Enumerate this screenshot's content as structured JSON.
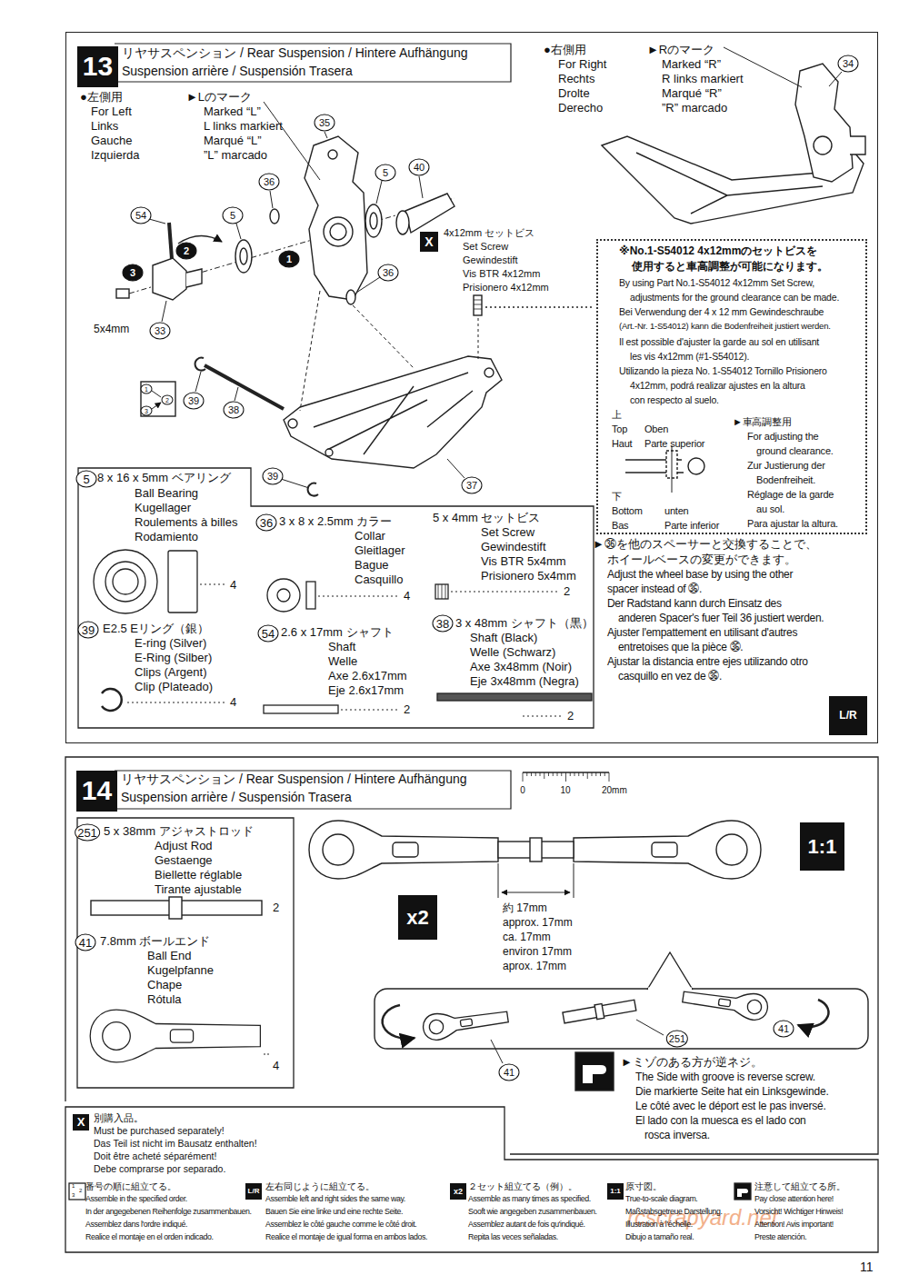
{
  "diagram": {
    "nodes": [
      {
        "text": [
          "リヤサスペンション / Rear Suspension / Hintere Aufhängung",
          "Suspension arrière / Suspensión Trasera"
        ]
      },
      {
        "text": [
          "13"
        ],
        "in": 0
      },
      {
        "text": [
          "5",
          "8 x 16 x 5mm ベアリング",
          "Ball Bearing",
          "Kugellager",
          "Roulements à billes",
          "Rodamiento",
          "4",
          "36",
          "3 x 8 x 2.5mm カラー",
          "Collar",
          "Gleitlager",
          "Bague",
          "Casquillo",
          "4",
          "5 x 4mm セットビス",
          "Set Screw",
          "Gewindestift",
          "Vis BTR 5x4mm",
          "Prisionero 5x4mm",
          "2",
          "39",
          "E2.5 Eリング（銀）",
          "E-ring (Silver)",
          "E-Ring (Silber)",
          "Clips (Argent)",
          "Clip (Plateado)",
          "4",
          "54",
          "2.6 x 17mm シャフト",
          "Shaft",
          "Welle",
          "Axe 2.6x17mm",
          "Eje 2.6x17mm",
          "2",
          "38",
          "3 x 48mm シャフト（黒）",
          "Shaft (Black)",
          "Welle (Schwarz)",
          "Axe 3x48mm (Noir)",
          "Eje 3x48mm (Negra)",
          "2"
        ],
        "in": 0
      },
      {
        "text": [
          "※No.1-S54012 4x12mmのセットビスを",
          "使用すると車高調整が可能になります。",
          "By using Part No.1-S54012 4x12mm Set Screw,",
          "adjustments for the ground clearance can be made.",
          "Bei Verwendung der 4 x 12 mm Gewindeschraube",
          "(Art.-Nr. 1-S54012) kann die Bodenfreiheit justiert werden.",
          "Il est possible d'ajuster la garde au sol en utilisant",
          "les vis 4x12mm (#1-S54012).",
          "Utilizando la pieza No. 1-S54012 Tornillo Prisionero",
          "4x12mm, podrá realizar ajustes en la altura",
          "con respecto al suelo.",
          "上",
          "Top",
          "Oben",
          "Haut",
          "Parte superior",
          "下",
          "Bottom",
          "unten",
          "Bas",
          "Parte inferior",
          "►車高調整用",
          "For adjusting the",
          "ground clearance.",
          "Zur Justierung der",
          "Bodenfreiheit.",
          "Réglage de la garde",
          "au sol.",
          "Para ajustar la altura."
        ],
        "in": 0
      },
      {
        "text": [
          "L/R"
        ],
        "in": 0
      },
      {
        "text": [
          "リヤサスペンション / Rear Suspension / Hintere Aufhängung",
          "Suspension arrière / Suspensión Trasera"
        ]
      },
      {
        "text": [
          "14"
        ],
        "in": 5
      },
      {
        "text": [
          "251",
          "5 x 38mm アジャストロッド",
          "Adjust Rod",
          "Gestaenge",
          "Biellette réglable",
          "Tirante ajustable",
          "2",
          "41",
          "7.8mm ボールエンド",
          "Ball End",
          "Kugelpfanne",
          "Chape",
          "Rótula",
          "4"
        ],
        "in": 5
      },
      {
        "text": [
          "1:1"
        ],
        "in": 5
      },
      {
        "text": [
          "x2"
        ],
        "in": 5
      }
    ],
    "labels": [
      "●左側用",
      "For Left",
      "Links",
      "Gauche",
      "Izquierda",
      "►Lのマーク",
      "Marked “L”",
      "L links markiert",
      "Marqué “L”",
      "”L” marcado",
      "●右側用",
      "For Right",
      "Rechts",
      "Drolte",
      "Derecho",
      "►Rのマーク",
      "Marked “R”",
      "R links markiert",
      "Marqué “R”",
      "”R” marcado",
      "34",
      "35",
      "36",
      "5",
      "40",
      "54",
      "5",
      "36",
      "33",
      "39",
      "38",
      "39",
      "37",
      "2",
      "3",
      "1",
      "5x4mm",
      "X",
      "4x12mm セットビス",
      "Set Screw",
      "Gewindestift",
      "Vis BTR 4x12mm",
      "Prisionero 4x12mm",
      "1",
      "2",
      "3",
      "►㊱を他のスペーサーと交換することで、",
      "ホイールベースの変更ができます。",
      "Adjust the wheel base by using the other",
      "spacer instead of ㊱.",
      "Der Radstand kann durch Einsatz des",
      "anderen Spacer's fuer Teil 36 justiert werden.",
      "Ajuster l'empattement en utilisant d'autres",
      "entretoises que la pièce ㊱.",
      "Ajustar la distancia entre ejes utilizando otro",
      "casquillo en vez de ㊱.",
      "0",
      "10",
      "20mm",
      "約 17mm",
      "approx. 17mm",
      "ca. 17mm",
      "environ 17mm",
      "aprox. 17mm",
      "41",
      "251",
      "41",
      "►ミゾのある方が逆ネジ。",
      "The Side with groove is reverse screw.",
      "Die markierte Seite hat ein Linksgewinde.",
      "Le côté avec le déport est le pas inversé.",
      "El lado con la muesca es el lado con",
      "rosca inversa.",
      "X",
      "1",
      "2",
      "3",
      "L/R",
      "x2",
      "1:1",
      "rcscrapyard.net",
      "11"
    ],
    "legend": [
      {
        "text": "別購入品。"
      },
      {
        "text": "Must be purchased separately!"
      },
      {
        "text": "Das Teil ist nicht im Bausatz enthalten!"
      },
      {
        "text": "Doit être acheté séparément!"
      },
      {
        "text": "Debe comprarse por separado."
      },
      {
        "text": "番号の順に組立てる。"
      },
      {
        "text": "Assemble in the specified order."
      },
      {
        "text": "In der angegebenen Reihenfolge zusammenbauen."
      },
      {
        "text": "Assemblez dans l'ordre indiqué."
      },
      {
        "text": "Realice el montaje en el orden indicado."
      },
      {
        "text": "左右同じように組立てる。"
      },
      {
        "text": "Assemble left and right sides the same way."
      },
      {
        "text": "Bauen Sie eine linke und eine rechte Seite."
      },
      {
        "text": "Assemblez le côté gauche comme le côté droit."
      },
      {
        "text": "Realice el montaje de igual forma en ambos lados."
      },
      {
        "text": "２セット組立てる（例）。"
      },
      {
        "text": "Assemble as many times as specified."
      },
      {
        "text": "Sooft wie angegeben zusammenbauen."
      },
      {
        "text": "Assemblez autant de fois qu'indiqué."
      },
      {
        "text": "Repita las veces señaladas."
      },
      {
        "text": "原寸図。"
      },
      {
        "text": "True-to-scale diagram."
      },
      {
        "text": "Maßstabsgetreue Darstellung."
      },
      {
        "text": "Illustration à l'échelle."
      },
      {
        "text": "Dibujo a tamaño real."
      },
      {
        "text": "注意して組立てる所。"
      },
      {
        "text": "Pay close attention here!"
      },
      {
        "text": "Vorsicht! Wichtiger Hinweis!"
      },
      {
        "text": "Attention! Avis important!"
      },
      {
        "text": "Preste atención."
      }
    ]
  }
}
